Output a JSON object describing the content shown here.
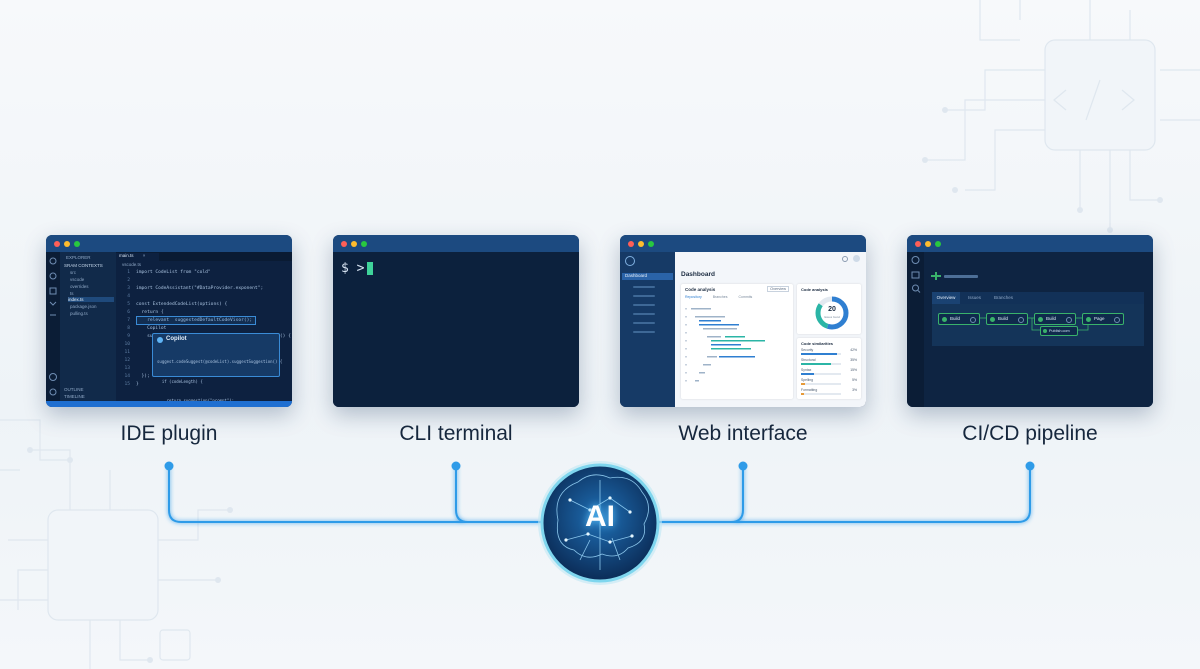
{
  "labels": {
    "ide": "IDE plugin",
    "cli": "CLI terminal",
    "web": "Web interface",
    "cicd": "CI/CD pipeline"
  },
  "hub": {
    "text": "AI"
  },
  "ide": {
    "sidebar_title": "EXPLORER",
    "sidebar_section": "SRAM CONTEXTS",
    "files": [
      "src",
      "vscode",
      "overrides",
      "ts",
      "index.ts",
      "package.json",
      "pulling.ts"
    ],
    "outline": [
      "OUTLINE",
      "TIMELINE"
    ],
    "tab": "main.ts",
    "breadcrumb": "vscode.ts",
    "code": [
      "import CodeList from \"cold\"",
      "",
      "import CodeAssistant(\"#DataProvider.exponent\";",
      "",
      "const ExtendedCodeList(options) {",
      "  return {",
      "    relevant  suggestedDefaultCodeVisor();",
      "    Copilot",
      "    suggest.codeSuggest(@codeList).suggestSuggestion() {",
      "      if (codeLength) {",
      "        return.suggestion(\"prompt\");",
      "      }",
      "",
      "  });",
      "}"
    ],
    "line_numbers": [
      "1",
      "2",
      "3",
      "4",
      "5",
      "6",
      "7",
      "8",
      "9",
      "10",
      "11",
      "12",
      "13",
      "14",
      "15"
    ],
    "popup_title": "Copilot",
    "popup_lines": [
      "suggest.codeSuggest(@codeList).suggestSuggestion() {",
      "  if (codeLength) {",
      "    return.suggestion(\"prompt\");",
      "  }"
    ]
  },
  "cli": {
    "prompt": "$ >"
  },
  "web": {
    "title": "Dashboard",
    "nav": [
      "Dashboard"
    ],
    "panel_code": "Code analysis",
    "panel_button": "Overview",
    "panel_tabs": [
      "Repository",
      "Branches",
      "Commits"
    ],
    "donut_title": "Code analysis",
    "donut_value": "20",
    "donut_caption": "Issues found",
    "metrics_title": "Code similarities",
    "metrics": [
      {
        "name": "Security",
        "value": "42%",
        "pct": 0.42
      },
      {
        "name": "Structural",
        "value": "35%",
        "pct": 0.35
      },
      {
        "name": "Syntax",
        "value": "15%",
        "pct": 0.15
      },
      {
        "name": "Spelling",
        "value": "5%",
        "pct": 0.05
      },
      {
        "name": "Formatting",
        "value": "3%",
        "pct": 0.03
      }
    ],
    "colors": {
      "teal": "#2bb5a6",
      "blue": "#2f7fd1"
    }
  },
  "cicd": {
    "tabs": [
      "Overview",
      "Issues",
      "Branches"
    ],
    "stages": [
      "Build",
      "Build",
      "Build",
      "Page"
    ],
    "branch": "Publish.com",
    "colors": {
      "success": "#39b26b"
    }
  }
}
